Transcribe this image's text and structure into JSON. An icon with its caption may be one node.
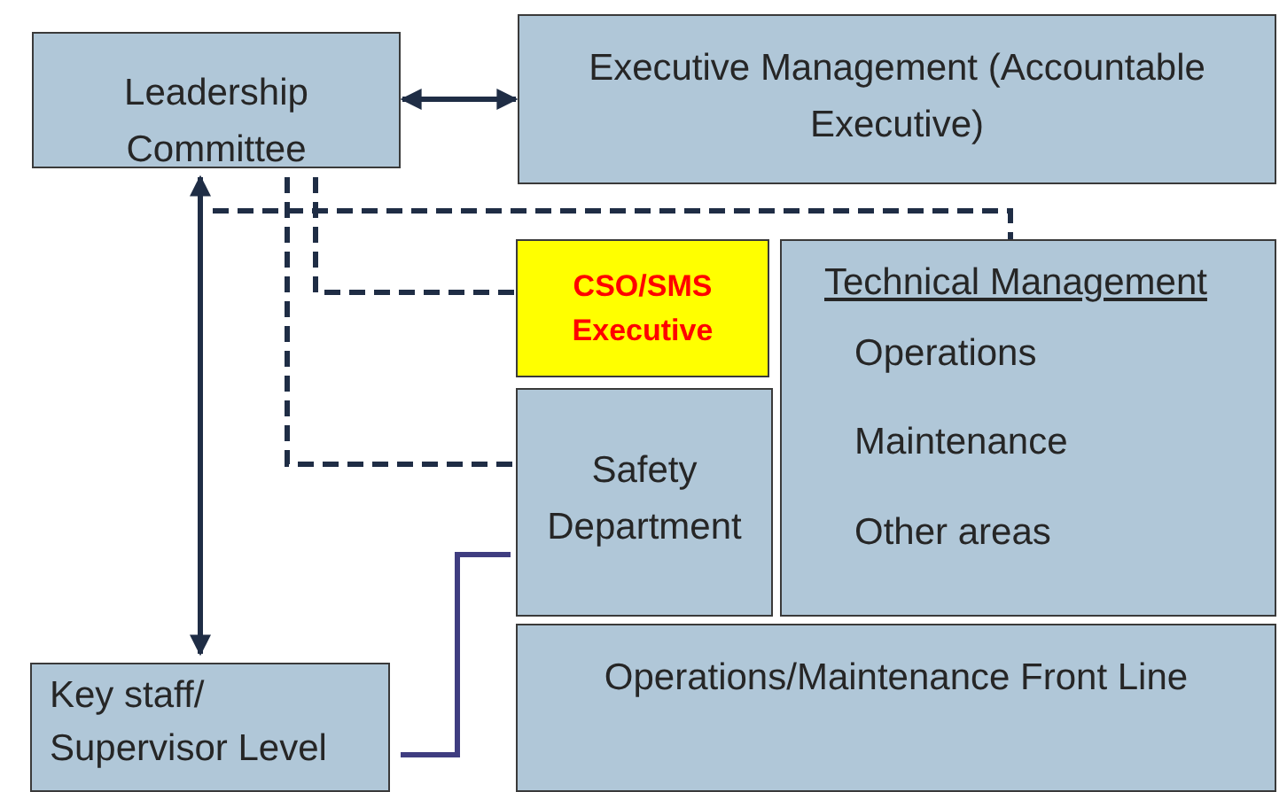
{
  "diagram": {
    "nodes": [
      {
        "text": [
          "Leadership Committee"
        ]
      },
      {
        "text": [
          "Executive Management (Accountable Executive)"
        ]
      },
      {
        "text": [
          "CSO/SMS Executive"
        ]
      },
      {
        "text": [
          "Technical Management",
          "Operations",
          "Maintenance",
          "Other areas"
        ]
      },
      {
        "text": [
          "Safety Department"
        ]
      },
      {
        "text": [
          "Operations/Maintenance Front Line"
        ]
      },
      {
        "text": [
          "Key staff/ Supervisor Level"
        ]
      }
    ],
    "edges": [
      {
        "from": 0,
        "to": 1,
        "arrow": "both"
      },
      {
        "from": 0,
        "to": 6,
        "arrow": "both"
      },
      {
        "from": 0,
        "to": 2,
        "arrow": "none",
        "style": "dashed"
      },
      {
        "from": 0,
        "to": 4,
        "arrow": "none",
        "style": "dashed"
      },
      {
        "from": null,
        "to": 3,
        "arrow": "none",
        "style": "dashed"
      },
      {
        "from": 6,
        "to": 4,
        "arrow": "none",
        "color": "#3f3d80"
      }
    ]
  }
}
